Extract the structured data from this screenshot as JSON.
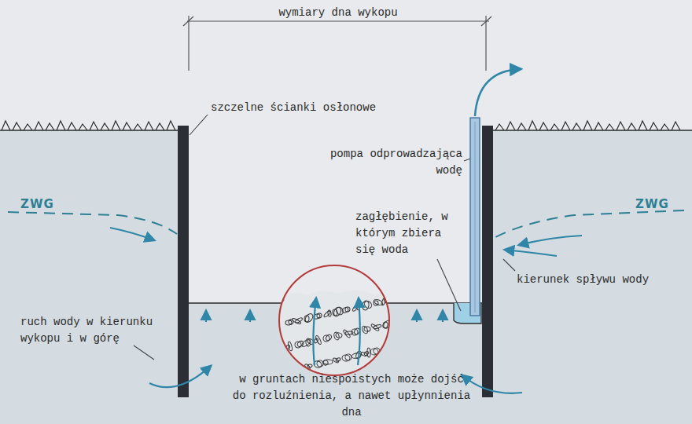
{
  "diagram": {
    "labels": [
      "wymiary dna wykopu",
      "szczelne ścianki osłonowe",
      "pompa odprowadzająca wodę",
      "ZWG",
      "ZWG",
      "zagłębienie, w którym zbiera się woda",
      "kierunek spływu wody",
      "ruch wody w kierunku wykopu i w górę",
      "w gruntach niespoistych może dojść do rozluźnienia, a nawet upłynnienia dna"
    ]
  }
}
